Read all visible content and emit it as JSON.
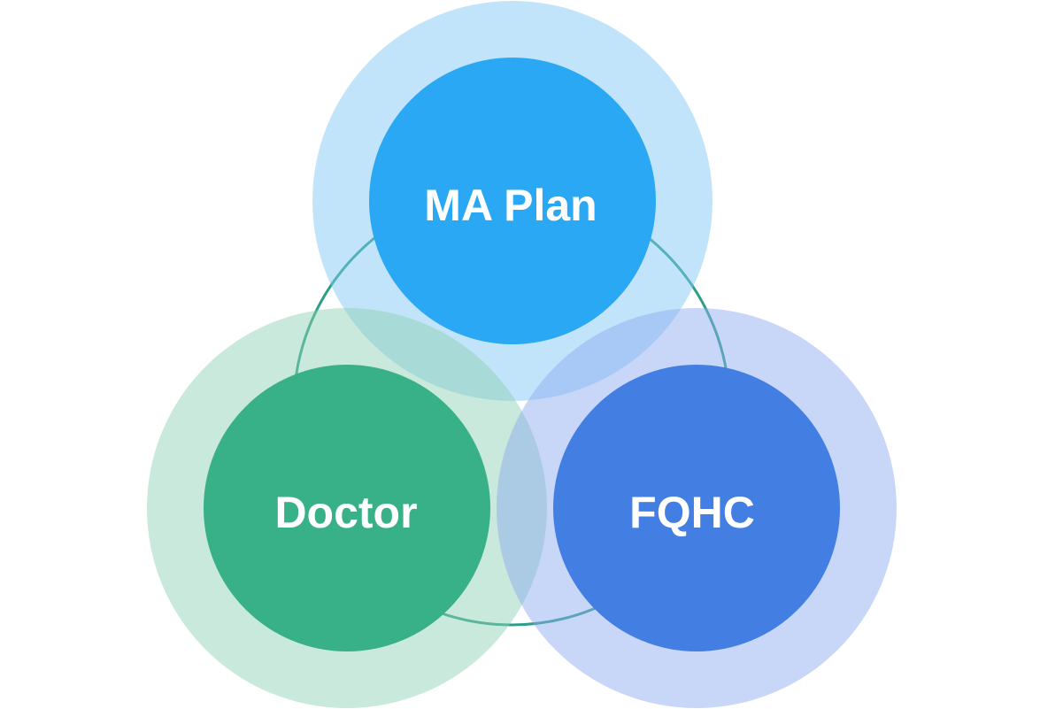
{
  "diagram": {
    "nodes": [
      {
        "id": "ma_plan",
        "label": "MA Plan",
        "halo_color": "#7fc6f4",
        "core_color": "#2aa8f4"
      },
      {
        "id": "doctor",
        "label": "Doctor",
        "halo_color": "#8dd1b3",
        "core_color": "#38b088"
      },
      {
        "id": "fqhc",
        "label": "FQHC",
        "halo_color": "#8cacf0",
        "core_color": "#437ee3"
      }
    ],
    "connector_color": "#2f9e86"
  }
}
